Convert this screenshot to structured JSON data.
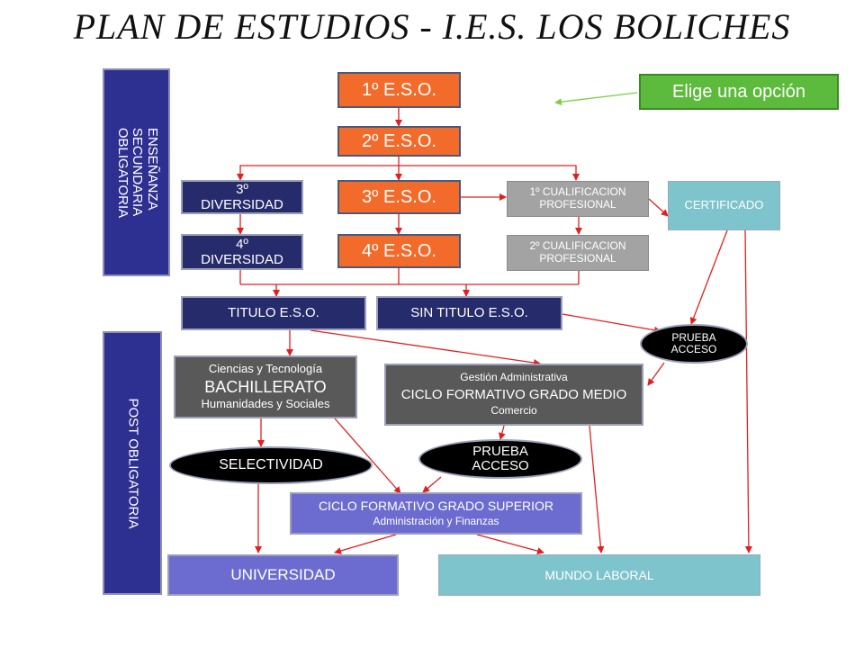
{
  "title": "PLAN DE ESTUDIOS - I.E.S. LOS BOLICHES",
  "sidebar_top": {
    "lines": [
      "ENSEÑANZA",
      "SECUNDARIA",
      "OBLIGATORIA"
    ]
  },
  "sidebar_bottom": {
    "label": "POST OBLIGATORIA"
  },
  "option_button": {
    "label": "Elige una opción"
  },
  "eso1": {
    "label": "1º E.S.O."
  },
  "eso2": {
    "label": "2º E.S.O."
  },
  "eso3": {
    "label": "3º E.S.O."
  },
  "eso4": {
    "label": "4º E.S.O."
  },
  "div3": {
    "line1": "3º",
    "line2": "DIVERSIDAD"
  },
  "div4": {
    "line1": "4º",
    "line2": "DIVERSIDAD"
  },
  "cual1": {
    "line1": "1º CUALIFICACION",
    "line2": "PROFESIONAL"
  },
  "cual2": {
    "line1": "2º CUALIFICACION",
    "line2": "PROFESIONAL"
  },
  "certificado": {
    "label": "CERTIFICADO"
  },
  "titulo": {
    "label": "TITULO E.S.O."
  },
  "sin_titulo": {
    "label": "SIN TITULO E.S.O."
  },
  "prueba_acceso_1": {
    "line1": "PRUEBA",
    "line2": "ACCESO"
  },
  "bachillerato": {
    "line1": "Ciencias y Tecnología",
    "line2": "BACHILLERATO",
    "line3": "Humanidades y Sociales"
  },
  "grado_medio": {
    "line1": "Gestión Administrativa",
    "line2": "CICLO FORMATIVO GRADO MEDIO",
    "line3": "Comercio"
  },
  "selectividad": {
    "label": "SELECTIVIDAD"
  },
  "prueba_acceso_2": {
    "line1": "PRUEBA",
    "line2": "ACCESO"
  },
  "grado_superior": {
    "line1": "CICLO FORMATIVO GRADO SUPERIOR",
    "line2": "Administración y Finanzas"
  },
  "universidad": {
    "label": "UNIVERSIDAD"
  },
  "mundo_laboral": {
    "label": "MUNDO LABORAL"
  },
  "colors": {
    "orange": "#f26b2a",
    "navy": "#262b6b",
    "sidebar": "#2e3091",
    "gray": "#a3a3a3",
    "dark_gray": "#595959",
    "teal": "#7ec4cc",
    "lavender": "#6c6cd0",
    "green": "#5cbb3c",
    "arrow": "#e02020"
  }
}
